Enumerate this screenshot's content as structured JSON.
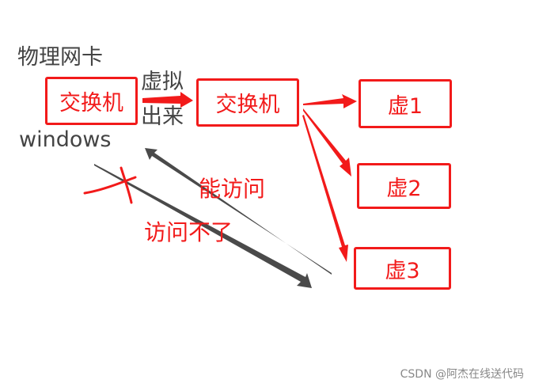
{
  "labels": {
    "physical_nic": "物理网卡",
    "windows": "windows",
    "virtualized": "虚拟",
    "out": "出来",
    "can_access": "能访问",
    "cannot_access": "访问不了"
  },
  "boxes": {
    "switch1": "交换机",
    "switch2": "交换机",
    "vm1": "虚1",
    "vm2": "虚2",
    "vm3": "虚3"
  },
  "watermark": "CSDN @阿杰在线送代码",
  "colors": {
    "red": "#f21a1a",
    "gray": "#444444"
  }
}
